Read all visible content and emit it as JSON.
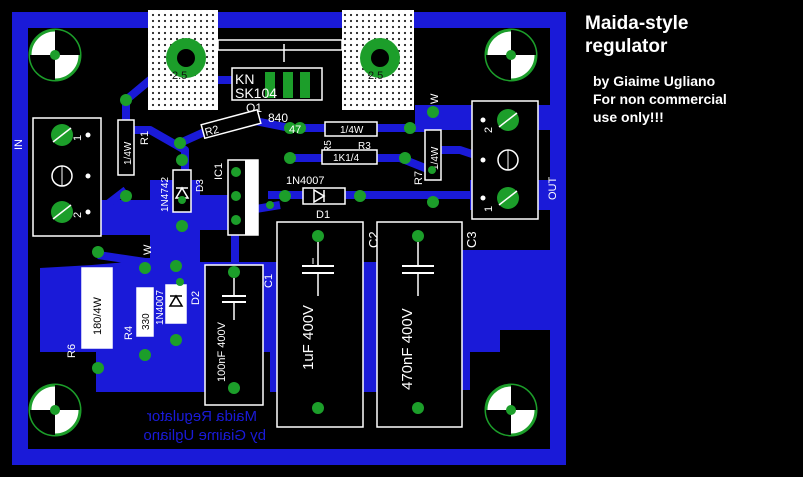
{
  "title_line1": "Maida-style",
  "title_line2": "regulator",
  "credit": "by Giaime Ugliano",
  "license_line1": "For non commercial",
  "license_line2": "use only!!!",
  "silk_mirrored_line1": "Maida Regulator",
  "silk_mirrored_line2": "by Giaime Ugliano",
  "labels": {
    "in": "IN",
    "out": "OUT",
    "r1": "R1",
    "r1_val": "1/4W",
    "r2": "R2",
    "r3": "R3",
    "r3_val": "1K1/4",
    "r4": "R4",
    "r4_val": "330",
    "r5": "R5",
    "r5_val": "1/4W",
    "r5_num": "47",
    "r6": "R6",
    "r6_val": "180/4W",
    "r7": "R7",
    "r7_val": "1/4W",
    "q1": "Q1",
    "q1_part": "840",
    "kn": "KN",
    "sk": "SK104",
    "ic1": "IC1",
    "d1": "D1",
    "d1_part": "1N4007",
    "d2": "D2",
    "d2_part": "1N4007",
    "d3": "D3",
    "d3_part": "1N4742",
    "c1": "C1",
    "c1_val": "100nF 400V",
    "c2": "C2",
    "c2_val": "1uF 400V",
    "c3": "C3",
    "c3_val": "470nF 400V",
    "hs_left": "2.5",
    "hs_right": "2.5",
    "pin1": "1",
    "pin2": "2",
    "pin1b": "1",
    "pin2b": "2",
    "w1": "W",
    "w2": "W"
  },
  "colors": {
    "copper": "#1a1ad8",
    "pad": "#1c9e2a",
    "silk": "#ffffff",
    "background": "#000000"
  }
}
